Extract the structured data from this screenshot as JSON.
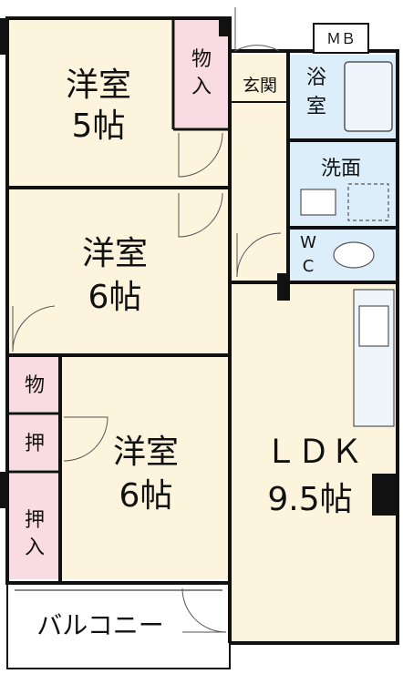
{
  "colors": {
    "room_fill": "#fdf4dd",
    "closet_fill": "#f8dbe3",
    "wet_fill": "#dceefa",
    "balcony_fill": "#ffffff",
    "wall": "#111111",
    "fixture_stroke": "#555555"
  },
  "rooms": {
    "bedroom_top": {
      "type": "洋室",
      "size": "5帖"
    },
    "bedroom_middle": {
      "type": "洋室",
      "size": "6帖"
    },
    "bedroom_bottom": {
      "type": "洋室",
      "size": "6帖"
    },
    "ldk": {
      "type": "ＬＤＫ",
      "size": "9.5帖"
    }
  },
  "closets": {
    "top": [
      "物",
      "入"
    ],
    "left_upper": "物",
    "left_middle": "押",
    "left_lower": [
      "押",
      "入"
    ]
  },
  "entrance": "玄関",
  "bath": [
    "浴",
    "室"
  ],
  "washroom": "洗面",
  "wc": [
    "W",
    "C"
  ],
  "meter_box": "ＭＢ",
  "balcony": "バルコニー"
}
